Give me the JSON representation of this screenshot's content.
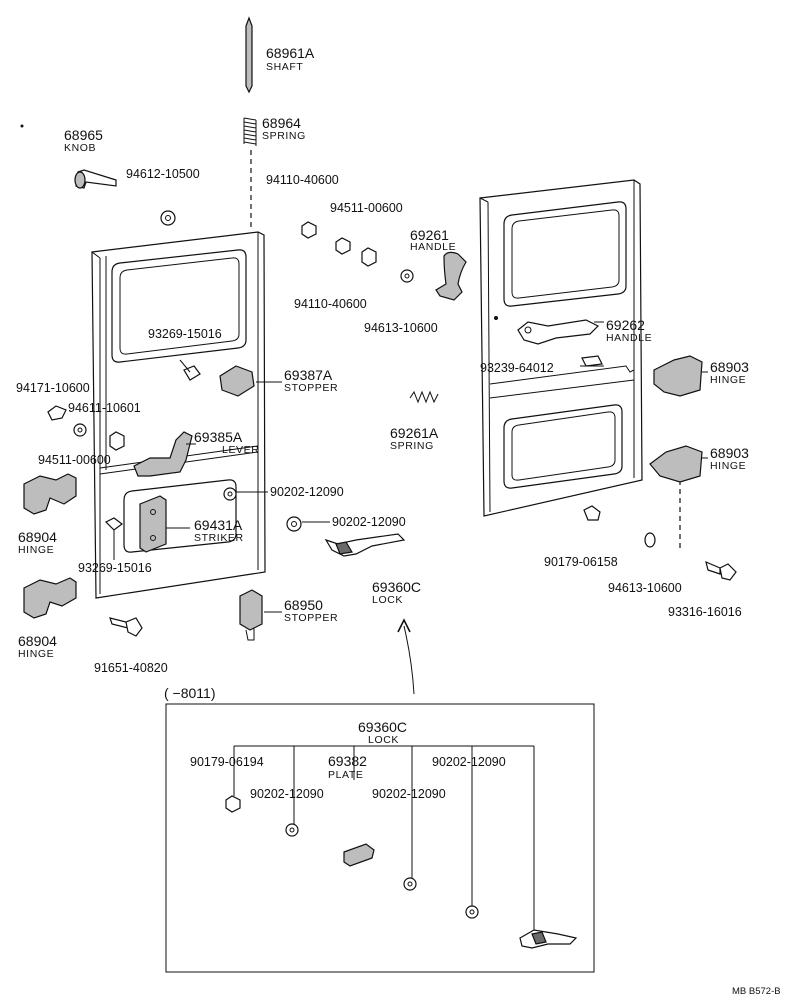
{
  "parts": {
    "p68961A": {
      "number": "68961A",
      "name": "SHAFT"
    },
    "p68964": {
      "number": "68964",
      "name": "SPRING"
    },
    "p68965": {
      "number": "68965",
      "name": "KNOB"
    },
    "p94612_10500": {
      "number": "94612-10500"
    },
    "p94110_40600_a": {
      "number": "94110-40600"
    },
    "p94511_00600_a": {
      "number": "94511-00600"
    },
    "p94110_40600_b": {
      "number": "94110-40600"
    },
    "p69261": {
      "number": "69261",
      "name": "HANDLE"
    },
    "p94613_10600_a": {
      "number": "94613-10600"
    },
    "p93269_15016_a": {
      "number": "93269-15016"
    },
    "p69387A": {
      "number": "69387A",
      "name": "STOPPER"
    },
    "p94171_10600": {
      "number": "94171-10600"
    },
    "p94611_10601": {
      "number": "94611-10601"
    },
    "p94511_00600_b": {
      "number": "94511-00600"
    },
    "p69385A": {
      "number": "69385A",
      "name": "LEVER"
    },
    "p69261A": {
      "number": "69261A",
      "name": "SPRING"
    },
    "p69262": {
      "number": "69262",
      "name": "HANDLE"
    },
    "p93239_64012": {
      "number": "93239-64012"
    },
    "p68903_a": {
      "number": "68903",
      "name": "HINGE"
    },
    "p68903_b": {
      "number": "68903",
      "name": "HINGE"
    },
    "p90202_12090_a": {
      "number": "90202-12090"
    },
    "p90202_12090_b": {
      "number": "90202-12090"
    },
    "p68904_a": {
      "number": "68904",
      "name": "HINGE"
    },
    "p69431A": {
      "number": "69431A",
      "name": "STRIKER"
    },
    "p93269_15016_b": {
      "number": "93269-15016"
    },
    "p90179_06158": {
      "number": "90179-06158"
    },
    "p94613_10600_b": {
      "number": "94613-10600"
    },
    "p93316_16016": {
      "number": "93316-16016"
    },
    "p69360C": {
      "number": "69360C",
      "name": "LOCK"
    },
    "p68950": {
      "number": "68950",
      "name": "STOPPER"
    },
    "p68904_b": {
      "number": "68904",
      "name": "HINGE"
    },
    "p91651_40820": {
      "number": "91651-40820"
    }
  },
  "inset": {
    "range_label": "(      −8011)",
    "assembly": {
      "number": "69360C",
      "name": "LOCK"
    },
    "p90179_06194": {
      "number": "90179-06194"
    },
    "p90202_12090_c": {
      "number": "90202-12090"
    },
    "p69382": {
      "number": "69382",
      "name": "PLATE"
    },
    "p90202_12090_d": {
      "number": "90202-12090"
    },
    "p90202_12090_e": {
      "number": "90202-12090"
    }
  },
  "footer": {
    "code": "MB  B572-B"
  }
}
